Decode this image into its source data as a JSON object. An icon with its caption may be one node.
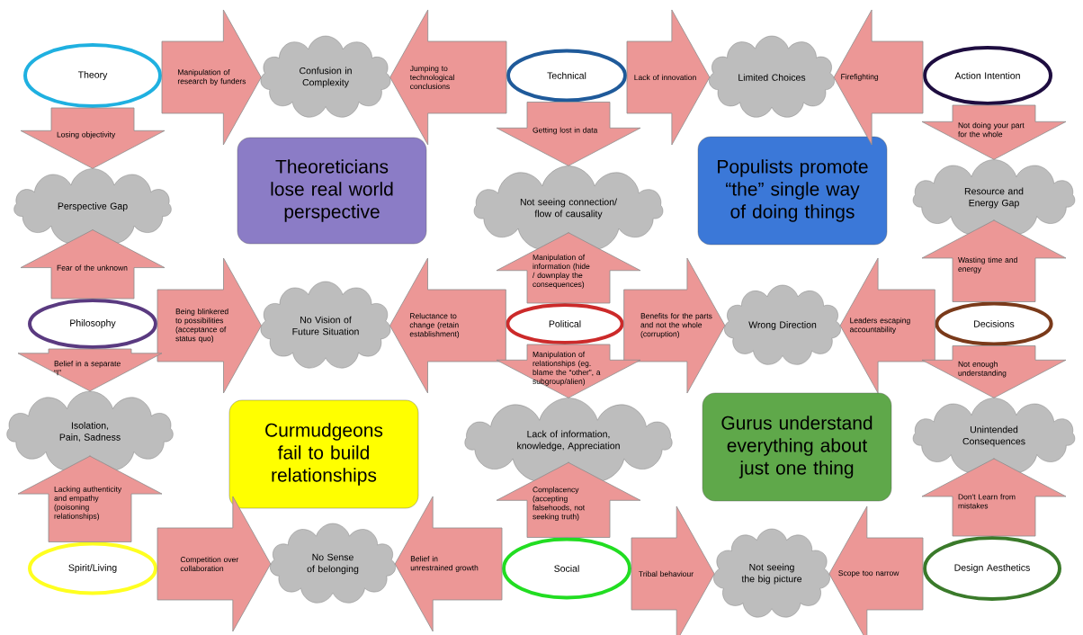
{
  "diagram": {
    "nodes": [
      {
        "text": [
          "Theory"
        ]
      },
      {
        "text": [
          "Confusion in Complexity"
        ]
      },
      {
        "text": [
          "Technical"
        ]
      },
      {
        "text": [
          "Limited Choices"
        ]
      },
      {
        "text": [
          "Action Intention"
        ]
      },
      {
        "text": [
          "Perspective Gap"
        ]
      },
      {
        "text": [
          "Theoreticians lose real world perspective"
        ]
      },
      {
        "text": [
          "Not seeing connection/ flow of causality"
        ]
      },
      {
        "text": [
          "Populists promote “the” single way of doing things"
        ]
      },
      {
        "text": [
          "Resource and Energy Gap"
        ]
      },
      {
        "text": [
          "Philosophy"
        ]
      },
      {
        "text": [
          "No Vision of Future Situation"
        ]
      },
      {
        "text": [
          "Political"
        ]
      },
      {
        "text": [
          "Wrong Direction"
        ]
      },
      {
        "text": [
          "Decisions"
        ]
      },
      {
        "text": [
          "Isolation, Pain, Sadness"
        ]
      },
      {
        "text": [
          "Curmudgeons fail to build relationships"
        ]
      },
      {
        "text": [
          "Lack of information, knowledge, Appreciation"
        ]
      },
      {
        "text": [
          "Gurus understand everything about just one thing"
        ]
      },
      {
        "text": [
          "Unintended Consequences"
        ]
      },
      {
        "text": [
          "Spirit/Living"
        ]
      },
      {
        "text": [
          "No Sense of belonging"
        ]
      },
      {
        "text": [
          "Social"
        ]
      },
      {
        "text": [
          "Not seeing the big picture"
        ]
      },
      {
        "text": [
          "Design Aesthetics"
        ]
      }
    ],
    "edges": [
      {
        "from": 0,
        "to": 1,
        "arrow": "to",
        "label": "Manipulation of research by funders"
      },
      {
        "from": 2,
        "to": 1,
        "arrow": "to",
        "label": "Jumping to technological conclusions"
      },
      {
        "from": 2,
        "to": 3,
        "arrow": "to",
        "label": "Lack of innovation"
      },
      {
        "from": 4,
        "to": 3,
        "arrow": "to",
        "label": "Firefighting"
      },
      {
        "from": 0,
        "to": 5,
        "arrow": "to",
        "label": "Losing objectivity"
      },
      {
        "from": 2,
        "to": 7,
        "arrow": "to",
        "label": "Getting lost in data"
      },
      {
        "from": 4,
        "to": 9,
        "arrow": "to",
        "label": "Not doing your part for the whole"
      },
      {
        "from": 10,
        "to": 5,
        "arrow": "to",
        "label": "Fear of the unknown"
      },
      {
        "from": 12,
        "to": 7,
        "arrow": "to",
        "label": "Manipulation of information (hide / downplay the consequences)"
      },
      {
        "from": 14,
        "to": 9,
        "arrow": "to",
        "label": "Wasting time and energy"
      },
      {
        "from": 10,
        "to": 11,
        "arrow": "to",
        "label": "Being blinkered to possibilities (acceptance of status quo)"
      },
      {
        "from": 12,
        "to": 11,
        "arrow": "to",
        "label": "Reluctance to change (retain establishment)"
      },
      {
        "from": 12,
        "to": 13,
        "arrow": "to",
        "label": "Benefits for the parts and not the whole (corruption)"
      },
      {
        "from": 14,
        "to": 13,
        "arrow": "to",
        "label": "Leaders escaping accountability"
      },
      {
        "from": 10,
        "to": 15,
        "arrow": "to",
        "label": "Belief in a separate “I”"
      },
      {
        "from": 12,
        "to": 17,
        "arrow": "to",
        "label": "Manipulation of relationships (eg. blame the “other”, a subgroup/alien)"
      },
      {
        "from": 14,
        "to": 19,
        "arrow": "to",
        "label": "Not enough understanding"
      },
      {
        "from": 20,
        "to": 15,
        "arrow": "to",
        "label": "Lacking authenticity and empathy (poisoning relationships)"
      },
      {
        "from": 22,
        "to": 17,
        "arrow": "to",
        "label": "Complacency (accepting falsehoods, not seeking truth)"
      },
      {
        "from": 24,
        "to": 19,
        "arrow": "to",
        "label": "Don't Learn from mistakes"
      },
      {
        "from": 20,
        "to": 21,
        "arrow": "to",
        "label": "Competition over collaboration"
      },
      {
        "from": 22,
        "to": 21,
        "arrow": "to",
        "label": "Belief in unrestrained growth"
      },
      {
        "from": 22,
        "to": 23,
        "arrow": "to",
        "label": "Tribal behaviour"
      },
      {
        "from": 24,
        "to": 23,
        "arrow": "to",
        "label": "Scope too narrow"
      }
    ]
  }
}
